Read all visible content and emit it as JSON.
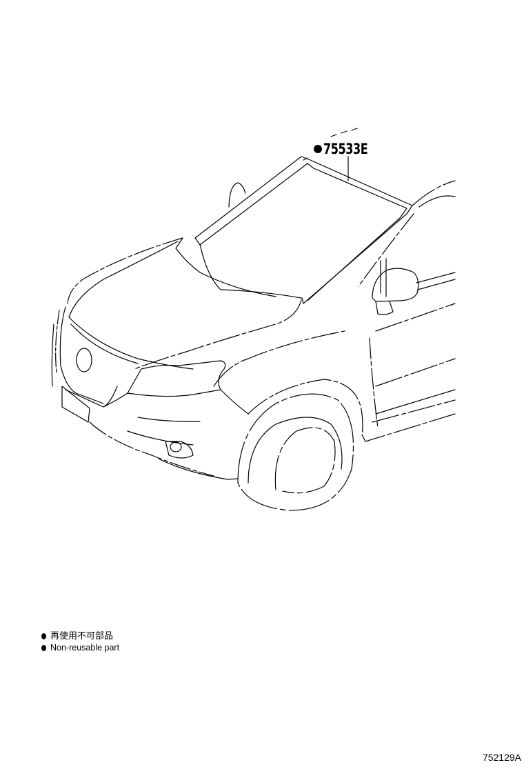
{
  "diagram": {
    "subject": "vehicle front-left perspective with windshield glass highlighted",
    "line_color": "#000000",
    "background": "#ffffff"
  },
  "callouts": [
    {
      "part_number": "75533E",
      "marker": "filled-dot",
      "non_reusable": true,
      "points_to": "windshield molding"
    }
  ],
  "legend": {
    "items": [
      {
        "marker": "filled-dot",
        "text_jp": "再使用不可部品"
      },
      {
        "marker": "filled-dot",
        "text_en": "Non-reusable part"
      }
    ]
  },
  "figure_id": "752129A"
}
